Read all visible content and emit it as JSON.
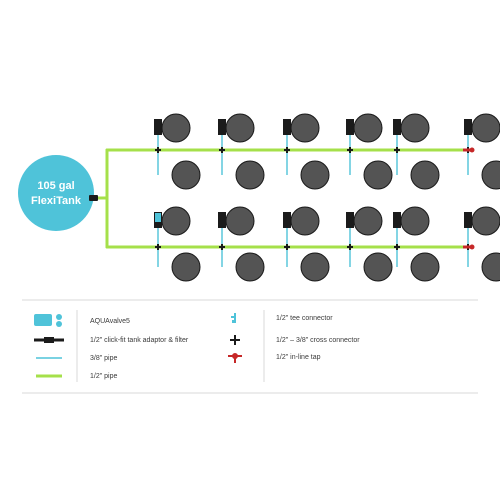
{
  "tank": {
    "line1": "105 gal",
    "line2": "FlexiTank",
    "color": "#4fc3d9"
  },
  "colors": {
    "half_inch_pipe": "#a5e04a",
    "three_eighths_pipe": "#4fc3d9",
    "pot": "#545454",
    "pot_outline": "#1a1a1a",
    "valve": "#1b1b1b",
    "tap": "#c62828",
    "divider": "#d8d8d8"
  },
  "legend": {
    "left": [
      {
        "icon": "aquavalve5-icon",
        "label": "AQUAvalve5"
      },
      {
        "icon": "click-fit-adaptor-icon",
        "label": "1/2\" click-fit tank adaptor & filter"
      },
      {
        "icon": "three-eighths-pipe-icon",
        "label": "3/8\" pipe"
      },
      {
        "icon": "half-inch-pipe-icon",
        "label": "1/2\" pipe"
      }
    ],
    "right": [
      {
        "icon": "tee-connector-icon",
        "label": "1/2\" tee connector"
      },
      {
        "icon": "cross-connector-icon",
        "label": "1/2\" – 3/8\" cross connector"
      },
      {
        "icon": "inline-tap-icon",
        "label": "1/2\" in-line tap"
      }
    ]
  }
}
